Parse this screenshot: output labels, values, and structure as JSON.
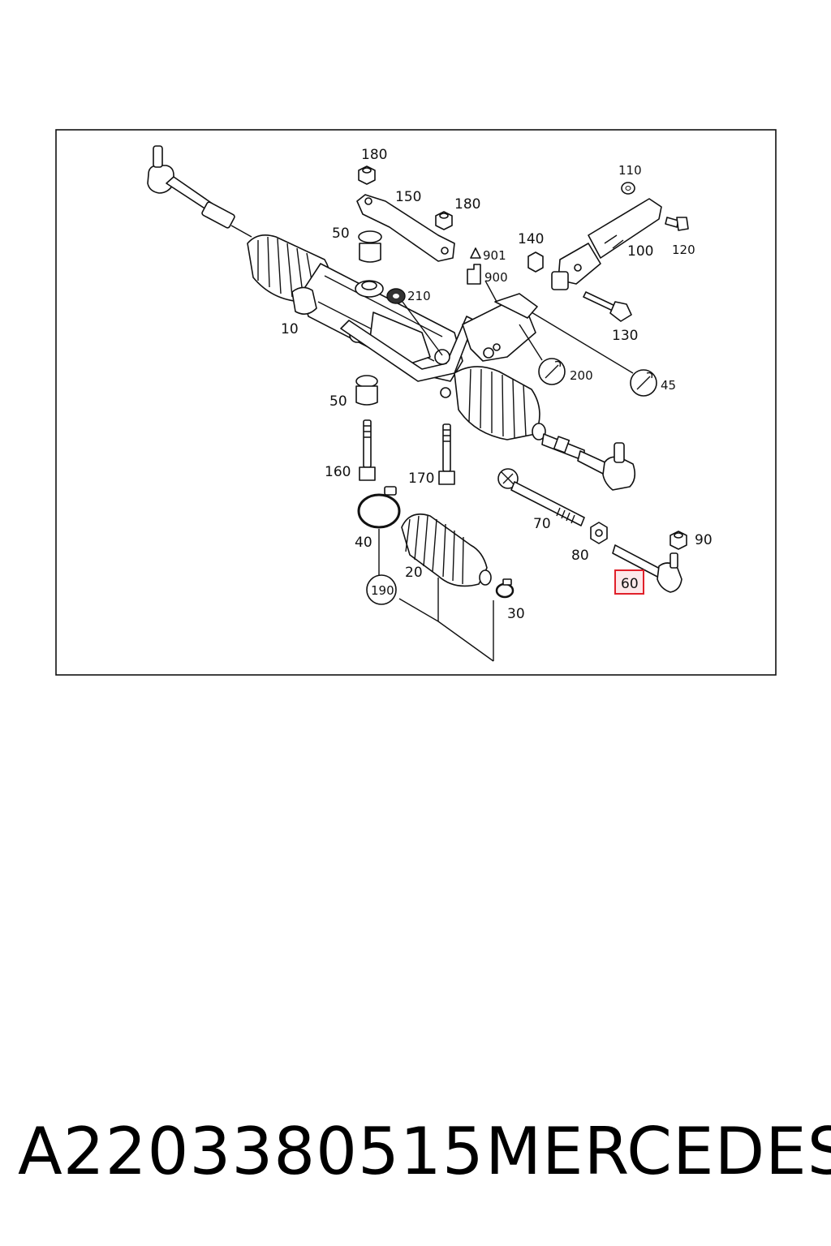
{
  "diagram": {
    "labels": {
      "l10": "10",
      "l20": "20",
      "l30": "30",
      "l40": "40",
      "l45": "45",
      "l50a": "50",
      "l50b": "50",
      "l60": "60",
      "l70": "70",
      "l80": "80",
      "l90": "90",
      "l100": "100",
      "l110": "110",
      "l120": "120",
      "l130": "130",
      "l140": "140",
      "l150": "150",
      "l160": "160",
      "l170": "170",
      "l180a": "180",
      "l180b": "180",
      "l190": "190",
      "l200": "200",
      "l210": "210",
      "l900": "900",
      "l901": "901"
    },
    "highlighted_part": "60",
    "highlight_color": "#e0202a"
  },
  "footer": {
    "part_number": "A2203380515",
    "brand": "MERCEDES"
  }
}
